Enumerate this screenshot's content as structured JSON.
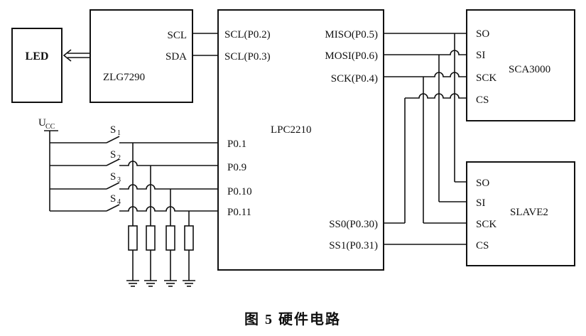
{
  "blocks": {
    "led": "LED",
    "zlg": "ZLG7290",
    "zlg_pins": [
      "SCL",
      "SDA"
    ],
    "mcu": "LPC2210",
    "mcu_left_pins": [
      "SCL(P0.2)",
      "SCL(P0.3)",
      "P0.1",
      "P0.9",
      "P0.10",
      "P0.11"
    ],
    "mcu_right_pins": [
      "MISO(P0.5)",
      "MOSI(P0.6)",
      "SCK(P0.4)",
      "SS0(P0.30)",
      "SS1(P0.31)"
    ],
    "sca": "SCA3000",
    "sca_pins": [
      "SO",
      "SI",
      "SCK",
      "CS"
    ],
    "slave": "SLAVE2",
    "slave_pins": [
      "SO",
      "SI",
      "SCK",
      "CS"
    ]
  },
  "switches": {
    "vcc_main": "U",
    "vcc_sub": "CC",
    "labels": [
      "S",
      "S",
      "S",
      "S"
    ],
    "subs": [
      "1",
      "2",
      "3",
      "4"
    ]
  },
  "caption": "图 5  硬件电路"
}
